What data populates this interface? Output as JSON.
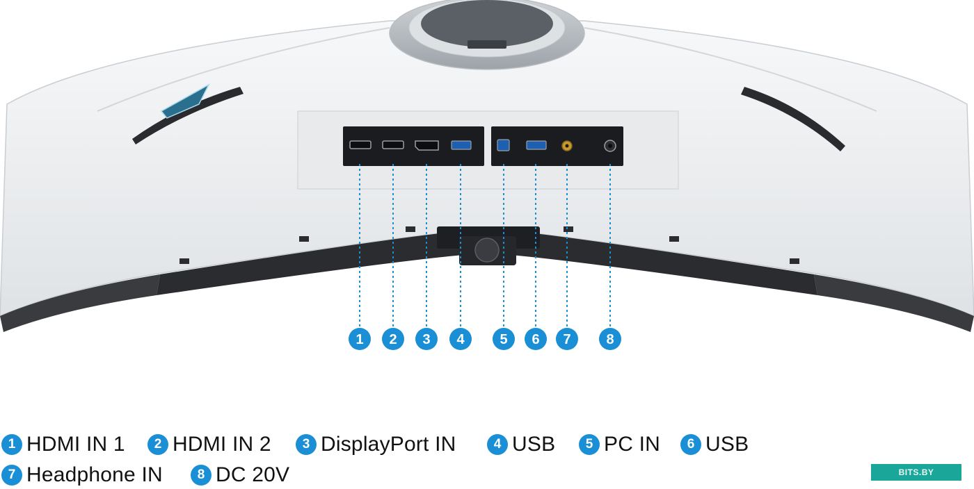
{
  "callouts": [
    {
      "num": "1",
      "label": "HDMI IN 1"
    },
    {
      "num": "2",
      "label": "HDMI IN 2"
    },
    {
      "num": "3",
      "label": "DisplayPort IN"
    },
    {
      "num": "4",
      "label": "USB"
    },
    {
      "num": "5",
      "label": "PC IN"
    },
    {
      "num": "6",
      "label": "USB"
    },
    {
      "num": "7",
      "label": "Headphone IN"
    },
    {
      "num": "8",
      "label": "DC 20V"
    }
  ],
  "watermark": "BITS.BY",
  "colors": {
    "callout_blue": "#1a8fd6",
    "monitor_white": "#eef0f2",
    "port_panel": "#1b1c1f",
    "vent": "#2b2c30",
    "watermark_teal": "#1aa79a"
  }
}
